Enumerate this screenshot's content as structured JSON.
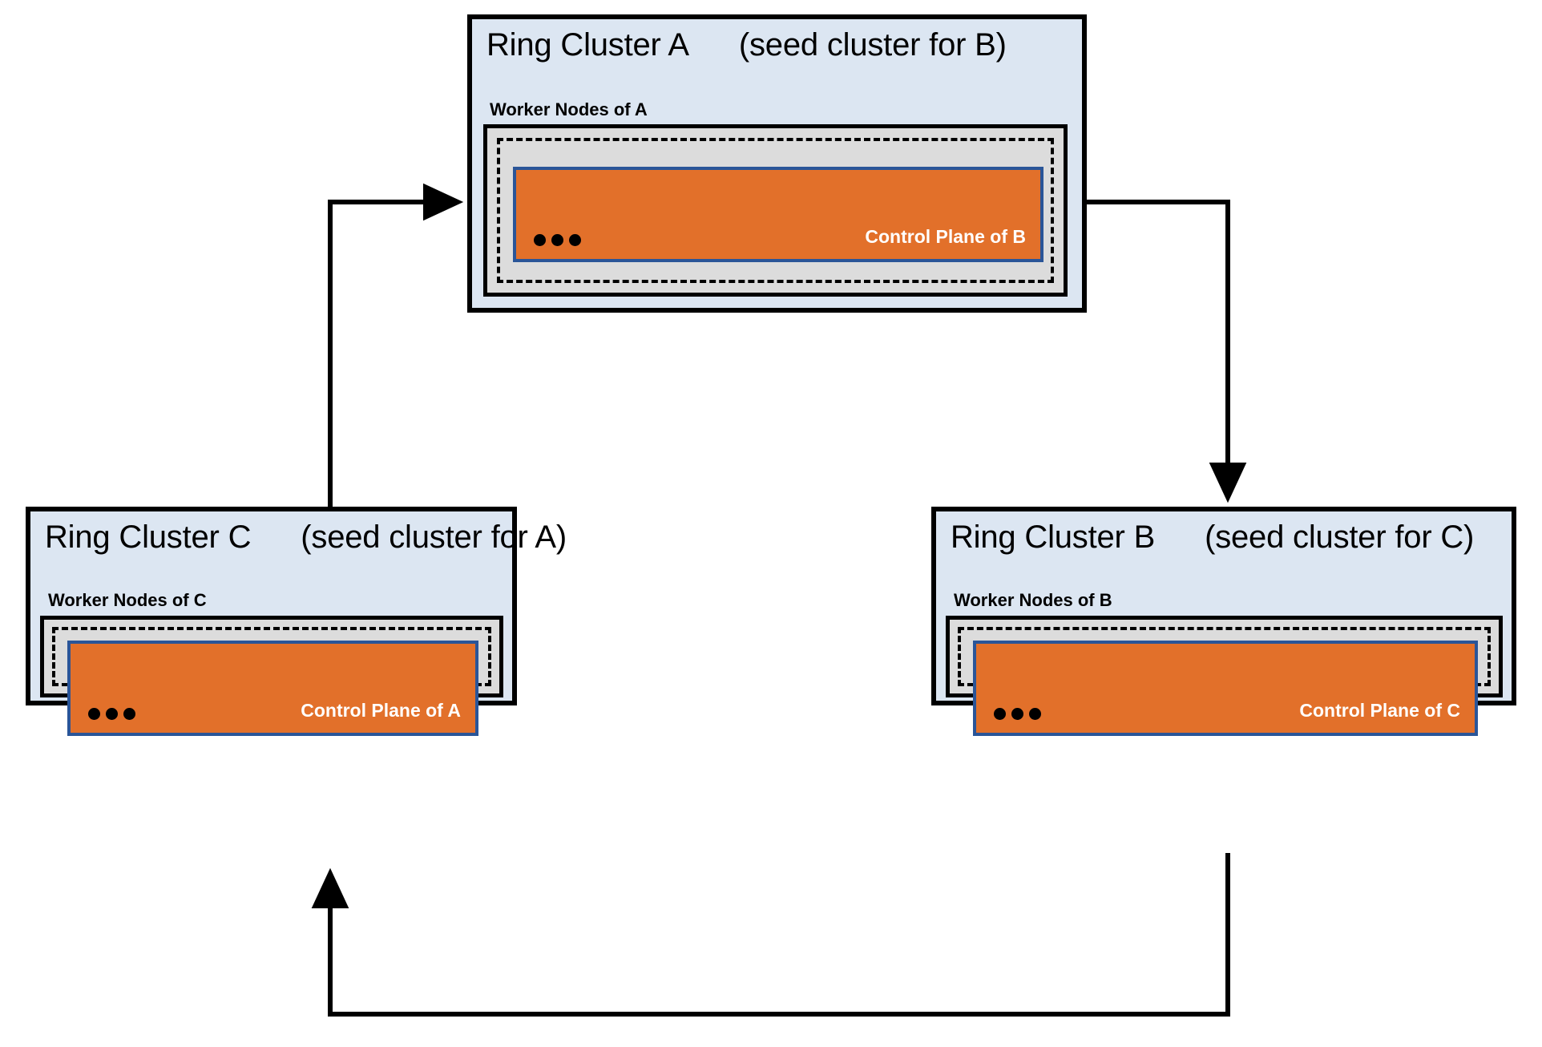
{
  "diagram": {
    "title": "Ring cluster seed topology",
    "colors": {
      "cluster_bg": "#DCE6F2",
      "worker_bg": "#DCDCDC",
      "control_plane_bg": "#E2702A",
      "control_plane_border": "#2A5598",
      "outline": "#000000",
      "label_text": "#FFFFFF"
    },
    "clusters": [
      {
        "id": "A",
        "title": "Ring Cluster A",
        "subtitle": "(seed cluster for B)",
        "worker_label": "Worker Nodes of A",
        "control_plane_label": "Control Plane of B",
        "ellipsis": "•••"
      },
      {
        "id": "C",
        "title": "Ring Cluster C",
        "subtitle": "(seed cluster for A)",
        "worker_label": "Worker Nodes of C",
        "control_plane_label": "Control Plane of A",
        "ellipsis": "•••"
      },
      {
        "id": "B",
        "title": "Ring Cluster B",
        "subtitle": "(seed cluster for C)",
        "worker_label": "Worker Nodes of B",
        "control_plane_label": "Control Plane of C",
        "ellipsis": "•••"
      }
    ],
    "connections": [
      {
        "from": "A",
        "to": "B"
      },
      {
        "from": "B",
        "to": "C"
      },
      {
        "from": "C",
        "to": "A"
      }
    ]
  }
}
